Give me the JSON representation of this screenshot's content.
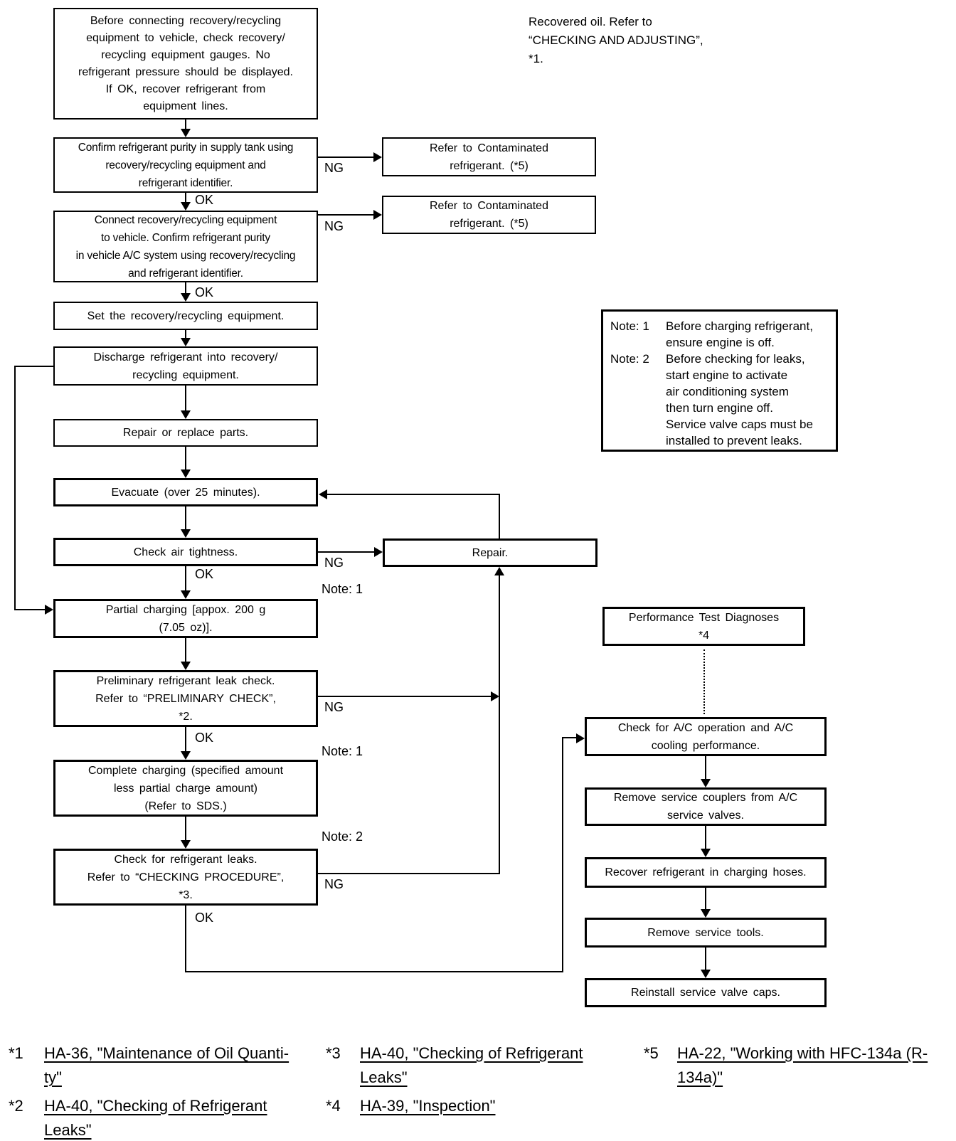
{
  "annotation": {
    "lines": [
      "Recovered oil. Refer to",
      "“CHECKING AND ADJUSTING”,",
      "*1."
    ]
  },
  "flow": {
    "pre_check": {
      "lines": [
        "Before connecting recovery/recycling",
        "equipment to vehicle, check recovery/",
        "recycling equipment gauges. No",
        "refrigerant pressure should be displayed.",
        "If OK, recover refrigerant from",
        "equipment lines."
      ]
    },
    "confirm_supply_purity": {
      "lines": [
        "Confirm refrigerant purity in supply tank using",
        "recovery/recycling equipment and",
        "refrigerant identifier."
      ]
    },
    "connect_confirm_vehicle": {
      "lines": [
        "Connect recovery/recycling equipment",
        "to vehicle. Confirm refrigerant purity",
        "in vehicle A/C system using recovery/recycling",
        "and refrigerant identifier."
      ]
    },
    "set_equipment": {
      "lines": [
        "Set the recovery/recycling equipment."
      ]
    },
    "discharge": {
      "lines": [
        "Discharge refrigerant into recovery/",
        "recycling equipment."
      ]
    },
    "repair_replace": {
      "lines": [
        "Repair or replace parts."
      ]
    },
    "evacuate": {
      "lines": [
        "Evacuate (over 25 minutes)."
      ]
    },
    "check_air_tightness": {
      "lines": [
        "Check air tightness."
      ]
    },
    "partial_charging": {
      "lines": [
        "Partial charging [appox. 200 g",
        "(7.05 oz)]."
      ]
    },
    "preliminary_leak_check": {
      "lines": [
        "Preliminary refrigerant leak check.",
        "Refer to “PRELIMINARY CHECK”,",
        "*2."
      ]
    },
    "complete_charging": {
      "lines": [
        "Complete charging (specified amount",
        "less partial charge amount)",
        "(Refer to SDS.)"
      ]
    },
    "check_refrigerant_leaks": {
      "lines": [
        "Check for refrigerant leaks.",
        "Refer to “CHECKING PROCEDURE”,",
        "*3."
      ]
    },
    "contaminated_1": {
      "lines": [
        "Refer to Contaminated",
        "refrigerant. (*5)"
      ]
    },
    "contaminated_2": {
      "lines": [
        "Refer to Contaminated",
        "refrigerant. (*5)"
      ]
    },
    "repair": {
      "lines": [
        "Repair."
      ]
    },
    "performance_test": {
      "lines": [
        "Performance Test Diagnoses",
        "*4"
      ]
    },
    "check_ac_operation": {
      "lines": [
        "Check for A/C operation and A/C",
        "cooling performance."
      ]
    },
    "remove_couplers": {
      "lines": [
        "Remove service couplers from A/C",
        "service valves."
      ]
    },
    "recover_hoses": {
      "lines": [
        "Recover refrigerant in charging hoses."
      ]
    },
    "remove_tools": {
      "lines": [
        "Remove service tools."
      ]
    },
    "reinstall_caps": {
      "lines": [
        "Reinstall service valve caps."
      ]
    }
  },
  "labels": {
    "ok": "OK",
    "ng": "NG",
    "note1": "Note: 1",
    "note2": "Note: 2"
  },
  "note_box": {
    "rows": [
      {
        "label": "Note: 1",
        "text": "Before charging refrigerant,"
      },
      {
        "label": "",
        "text": "ensure engine is off."
      },
      {
        "label": "Note: 2",
        "text": "Before checking for leaks,"
      },
      {
        "label": "",
        "text": "start engine to activate"
      },
      {
        "label": "",
        "text": "air conditioning system"
      },
      {
        "label": "",
        "text": "then turn engine off."
      },
      {
        "label": "",
        "text": "Service valve caps must be"
      },
      {
        "label": "",
        "text": "installed to prevent leaks."
      }
    ]
  },
  "footnotes": [
    {
      "marker": "*1",
      "lines": [
        "HA-36, \"Maintenance of Oil Quanti-",
        "ty\""
      ]
    },
    {
      "marker": "*2",
      "lines": [
        "HA-40, \"Checking of Refrigerant",
        "Leaks\""
      ]
    },
    {
      "marker": "*3",
      "lines": [
        "HA-40, \"Checking of Refrigerant",
        "Leaks\""
      ]
    },
    {
      "marker": "*4",
      "lines": [
        "HA-39, \"Inspection\""
      ]
    },
    {
      "marker": "*5",
      "lines": [
        "HA-22, \"Working with HFC-134a (R-",
        "134a)\""
      ]
    }
  ]
}
